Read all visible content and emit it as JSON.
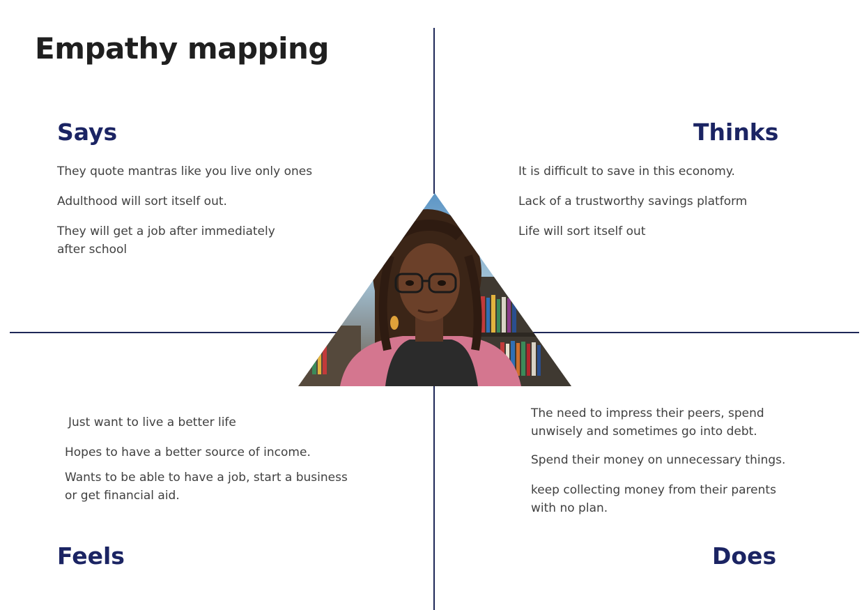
{
  "title": "Empathy mapping",
  "says": {
    "title": "Says",
    "items": [
      "They quote mantras like you live only ones",
      "Adulthood will sort itself out.",
      "They will get a job after immediately after school"
    ]
  },
  "thinks": {
    "title": "Thinks",
    "items": [
      "It is difficult to save in this economy.",
      "Lack of a trustworthy savings platform",
      "Life will sort itself out"
    ]
  },
  "feels": {
    "title": "Feels",
    "items": [
      "Just want to live a better life",
      "Hopes to have a better source of income.",
      "Wants to be able to have a job, start a business or get financial aid."
    ]
  },
  "does": {
    "title": "Does",
    "items": [
      "The need to impress their peers, spend unwisely and sometimes go into debt.",
      "Spend their money on unnecessary things.",
      "keep collecting money from their parents with no plan."
    ]
  },
  "colors": {
    "heading": "#1b2463",
    "axis": "#1e2757",
    "body_text": "#404040",
    "title_text": "#1f1f1f"
  },
  "persona_image": "photo of a young woman with braided hair and glasses in a library, clipped to a triangle"
}
